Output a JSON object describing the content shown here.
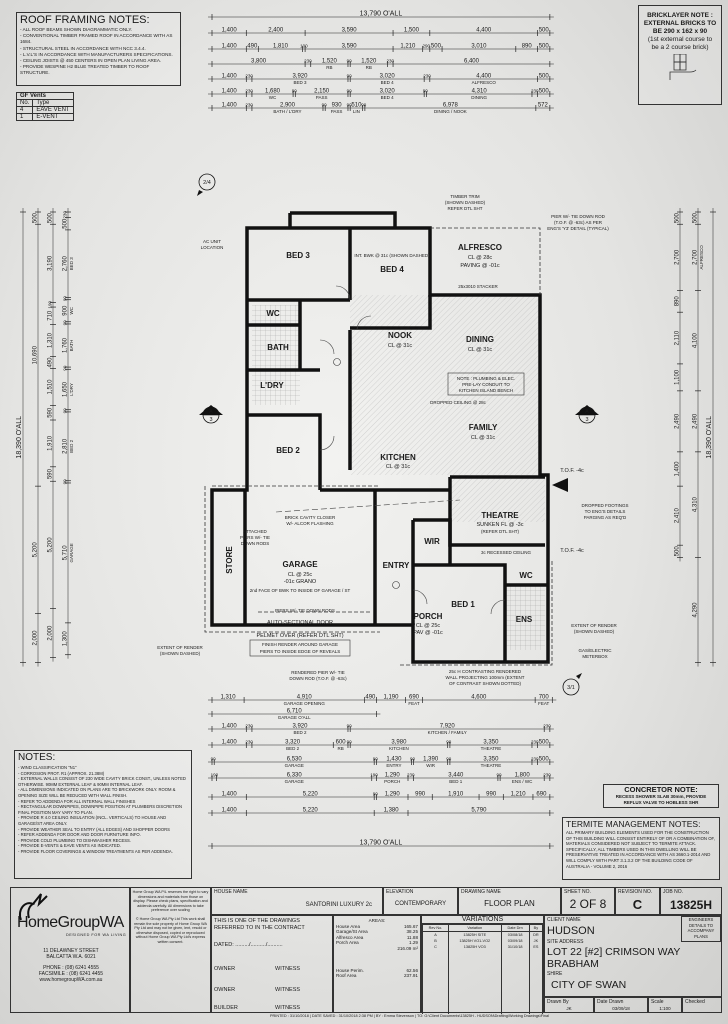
{
  "roof_notes": {
    "title": "ROOF FRAMING NOTES:",
    "items": [
      "All roof beams shown diagrammatic only.",
      "Conventional timber framed roof in accordance with AS 1684.",
      "Structural steel in accordance with NCC 3.4.4.",
      "L.V.L's in accordance with manufacturers specifications.",
      "Ceiling joists @ 450 centers in open plan living area.",
      "Provide wespine H2 blue treated timber to roof structure."
    ]
  },
  "gf_vents": {
    "title": "GF Vents",
    "headers": [
      "No.",
      "Type"
    ],
    "rows": [
      [
        "4",
        "EAVE VENT"
      ],
      [
        "1",
        "E-VENT"
      ]
    ]
  },
  "bricklayer_note": {
    "lines": [
      "BRICKLAYER NOTE :",
      "EXTERNAL BRICKS TO",
      "BE 290 x 162 x 90",
      "(1st external course to",
      "be a 2 course brick)"
    ]
  },
  "rooms": {
    "bed3": {
      "name": "BED 3"
    },
    "bed4": {
      "name": "BED 4",
      "note": "INT. BWK @ 31c (SHOWN DASHED)"
    },
    "alfresco": {
      "name": "ALFRESCO",
      "cl": "CL @ 28c",
      "paving": "PAVING @ -01c"
    },
    "wc": {
      "name": "WC"
    },
    "bath": {
      "name": "BATH"
    },
    "laundry": {
      "name": "L'DRY"
    },
    "bed2": {
      "name": "BED 2"
    },
    "nook": {
      "name": "NOOK",
      "cl": "CL @ 31c"
    },
    "dining": {
      "name": "DINING",
      "cl": "CL @ 31c"
    },
    "family": {
      "name": "FAMILY",
      "cl": "CL @ 31c",
      "ceiling": "DROPPED CEILING @ 28c"
    },
    "kitchen": {
      "name": "KITCHEN",
      "cl": "CL @ 31c"
    },
    "theatre": {
      "name": "THEATRE",
      "cl": "SUNKEN FL @ -3c",
      "ref": "(REFER DTL SHT)",
      "ceiling": "3c RECESSED CEILING"
    },
    "wir": {
      "name": "WIR"
    },
    "garage": {
      "name": "GARAGE",
      "cl": "CL @ 25c",
      "grano": "-01c GRANO",
      "note": "2nd FACE OF BWK TO INSIDE OF GARAGE / ST"
    },
    "store": {
      "name": "STORE"
    },
    "entry": {
      "name": "ENTRY"
    },
    "bed1": {
      "name": "BED 1"
    },
    "porch": {
      "name": "PORCH",
      "cl": "CL @ 25c",
      "pav": "PAV @ -01c"
    },
    "ens": {
      "name": "ENS"
    },
    "wc2": {
      "name": "WC"
    }
  },
  "annotations": {
    "kitchen_note": [
      "NOTE : PLUMBING & ELEC.",
      "PRE-LAY CONDUIT TO",
      "KITCHEN ISLAND BENCH"
    ],
    "stacker": "25x3010 STACKER",
    "ac_unit": [
      "AC UNIT",
      "LOCATION"
    ],
    "auto_door": "AUTO-SECTIONAL DOOR",
    "pelmet": "PELMET OVER (REFER DTL SHT)",
    "finish_render": [
      "FINISH RENDER AROUND GARAGE",
      "PIERS TO INSIDE EDGE OF REVEALS"
    ],
    "rendered_pier": [
      "RENDERED PIER W/- TIE",
      "DOWN ROD (T.O.F. @ -63c)"
    ],
    "contrast_wall": [
      "25c H CONTRASTING RENDERED",
      "WALL PROJECTING 100mm (EXTENT",
      "OF CONTRAST SHOWN DOTTED)"
    ],
    "render_extent_right": [
      "EXTENT OF RENDER",
      "(SHOWN DASHED)"
    ],
    "render_extent_left": [
      "EXTENT OF RENDER",
      "(SHOWN DASHED)"
    ],
    "meterbox": [
      "GAS/ELECTRIC",
      "METERBOX"
    ],
    "dropped_footings": [
      "DROPPED FOOTINGS",
      "TO ENG'S DETAILS",
      "PARGING AS REQ'D"
    ],
    "brick_closer": [
      "BRICK CAVITY CLOSER",
      "W/- ALCOR FLASHING"
    ],
    "attached_piers": [
      "ATTACHED",
      "PIERS W/- TIE",
      "DOWN RODS"
    ],
    "piers_tie": "PIERS W/- TIE DOWN RODS",
    "pier_note": [
      "PIER W/- TIE DOWN ROD",
      "(T.O.F. @ -63c) AS PER",
      "ENG'S 'Y3' DETAIL (TYPICAL)"
    ],
    "timber_trim": [
      "TIMBER TRIM",
      "(SHOWN DASHED)",
      "REFER DTL SHT"
    ],
    "tof": "T.O.F. -4c",
    "section_a": "A",
    "section_a_num": "3",
    "section_top": "2/4",
    "section_bottom": "3/1"
  },
  "dims": {
    "top": {
      "overall": "13,790 O'ALL",
      "rows": [
        [
          {
            "v": "1,400"
          },
          {
            "v": "2,400"
          },
          {
            "v": "3,590"
          },
          {
            "v": "1,500"
          },
          {
            "v": "4,400"
          },
          {
            "v": "500"
          }
        ],
        [
          {
            "v": "1,400"
          },
          {
            "v": "490"
          },
          {
            "v": "1,810"
          },
          {
            "v": "100"
          },
          {
            "v": "3,590"
          },
          {
            "v": "1,210"
          },
          {
            "v": "290"
          },
          {
            "v": "500"
          },
          {
            "v": "3,010"
          },
          {
            "v": "890"
          },
          {
            "v": "500"
          }
        ],
        [
          {
            "v": "3,800"
          },
          {
            "v": "230"
          },
          {
            "v": "1,520",
            "label": "RB"
          },
          {
            "v": "90"
          },
          {
            "v": "1,520",
            "label": "RB"
          },
          {
            "v": "230"
          },
          {
            "v": "6,400"
          }
        ],
        [
          {
            "v": "1,400"
          },
          {
            "v": "230"
          },
          {
            "v": "3,920",
            "label": "BED 3"
          },
          {
            "v": "90"
          },
          {
            "v": "3,020",
            "label": "BED 4"
          },
          {
            "v": "230"
          },
          {
            "v": "4,400",
            "label": "ALFRESCO"
          },
          {
            "v": "500"
          }
        ],
        [
          {
            "v": "1,400"
          },
          {
            "v": "230"
          },
          {
            "v": "1,680",
            "label": "WC"
          },
          {
            "v": "90"
          },
          {
            "v": "2,150",
            "label": "PASS"
          },
          {
            "v": "90"
          },
          {
            "v": "3,020",
            "label": "BED 4"
          },
          {
            "v": "90"
          },
          {
            "v": "4,310",
            "label": "DINING"
          },
          {
            "v": "230"
          },
          {
            "v": "500"
          }
        ],
        [
          {
            "v": "1,400"
          },
          {
            "v": "230"
          },
          {
            "v": "2,900",
            "label": "BATH / L'DRY"
          },
          {
            "v": "90"
          },
          {
            "v": "930",
            "label": "PASS"
          },
          {
            "v": "90"
          },
          {
            "v": "510",
            "label": "LIN"
          },
          {
            "v": "90"
          },
          {
            "v": "6,978",
            "label": "DINING / NOOK"
          },
          {
            "v": "572"
          }
        ]
      ]
    },
    "bottom": {
      "overall": "13,790 O'ALL",
      "rows": [
        [
          {
            "v": "1,310"
          },
          {
            "v": "4,910",
            "label": "GARAGE OPENING"
          },
          {
            "v": "490"
          },
          {
            "v": "1,190"
          },
          {
            "v": "690",
            "label": "FEAT"
          },
          {
            "v": "4,600"
          },
          {
            "v": "700",
            "label": "FEAT"
          }
        ],
        [
          {
            "v": "6,710",
            "label": "GARAGE O'ALL"
          }
        ],
        [
          {
            "v": "1,400"
          },
          {
            "v": "230"
          },
          {
            "v": "3,920",
            "label": "BED 2"
          },
          {
            "v": "90"
          },
          {
            "v": "7,920",
            "label": "KITCHEN / FAMILY"
          },
          {
            "v": "230"
          }
        ],
        [
          {
            "v": "1,400"
          },
          {
            "v": "230"
          },
          {
            "v": "3,320",
            "label": "BED 2"
          },
          {
            "v": "600",
            "label": "RB"
          },
          {
            "v": "90"
          },
          {
            "v": "3,980",
            "label": "KITCHEN"
          },
          {
            "v": "90"
          },
          {
            "v": "3,350",
            "label": "THEATRE"
          },
          {
            "v": "230"
          },
          {
            "v": "500"
          }
        ],
        [
          {
            "v": "90"
          },
          {
            "v": "6,530",
            "label": "GARAGE"
          },
          {
            "v": "90"
          },
          {
            "v": "1,430",
            "label": "ENTRY"
          },
          {
            "v": "90"
          },
          {
            "v": "1,390",
            "label": "WIR"
          },
          {
            "v": "90"
          },
          {
            "v": "3,350",
            "label": "THEATRE"
          },
          {
            "v": "230"
          },
          {
            "v": "500"
          }
        ],
        [
          {
            "v": "190"
          },
          {
            "v": "6,330",
            "label": "GARAGE"
          },
          {
            "v": "190"
          },
          {
            "v": "1,290",
            "label": "PORCH"
          },
          {
            "v": "230"
          },
          {
            "v": "3,440",
            "label": "BED 1"
          },
          {
            "v": "90"
          },
          {
            "v": "1,800",
            "label": "ENS / WC"
          },
          {
            "v": "230"
          }
        ],
        [
          {
            "v": "1,400"
          },
          {
            "v": "5,220"
          },
          {
            "v": "90"
          },
          {
            "v": "1,290"
          },
          {
            "v": "990"
          },
          {
            "v": "1,910"
          },
          {
            "v": "990"
          },
          {
            "v": "1,210"
          },
          {
            "v": "690"
          }
        ],
        [
          {
            "v": "1,400"
          },
          {
            "v": "5,220"
          },
          {
            "v": "1,380"
          },
          {
            "v": "5,790"
          }
        ]
      ]
    },
    "left": {
      "overall": "18,390 O'ALL",
      "rows": [
        [
          {
            "v": "500"
          },
          {
            "v": "10,690"
          },
          {
            "v": "5,200"
          },
          {
            "v": "2,000"
          }
        ],
        [
          {
            "v": "500"
          },
          {
            "v": "3,190"
          },
          {
            "v": "190"
          },
          {
            "v": "710"
          },
          {
            "v": "1,310"
          },
          {
            "v": "490"
          },
          {
            "v": "1,510"
          },
          {
            "v": "590"
          },
          {
            "v": "1,910"
          },
          {
            "v": "590"
          },
          {
            "v": "5,200"
          },
          {
            "v": "2,000"
          }
        ],
        [
          {
            "v": "230"
          },
          {
            "v": "500"
          },
          {
            "v": "2,760",
            "label": "BED 3"
          },
          {
            "v": "90"
          },
          {
            "v": "900",
            "label": "WC"
          },
          {
            "v": "90"
          },
          {
            "v": "1,760",
            "label": "BATH"
          },
          {
            "v": "90"
          },
          {
            "v": "1,650",
            "label": "L'DRY"
          },
          {
            "v": "90"
          },
          {
            "v": "2,810",
            "label": "BED 2"
          },
          {
            "v": "90"
          },
          {
            "v": "5,710",
            "label": "GARAGE"
          },
          {
            "v": "1,300"
          }
        ]
      ]
    },
    "right": {
      "overall": "18,390 O'ALL",
      "rows": [
        [
          {
            "v": "500"
          },
          {
            "v": "2,700",
            "label": "ALFRESCO"
          },
          {
            "v": "4,100"
          },
          {
            "v": "2,490"
          },
          {
            "v": "4,310"
          },
          {
            "v": "4,290"
          }
        ],
        [
          {
            "v": "500"
          },
          {
            "v": "2,700"
          },
          {
            "v": "890"
          },
          {
            "v": "2,110"
          },
          {
            "v": "1,100"
          },
          {
            "v": "2,490"
          },
          {
            "v": "1,400"
          },
          {
            "v": "2,410"
          },
          {
            "v": "500"
          }
        ]
      ]
    }
  },
  "notes": {
    "title": "NOTES:",
    "items": [
      "Wind classification \"N1\"",
      "Corrosion prot. R1 (approx. 21.38m)",
      "External walls consist of 230 wide cavity brick const., unless noted otherwise. 90mm external leaf & 90mm internal leaf.",
      "All dimensions indicated on plans are to brickwork only. Room & opening size will be reduced with wall finish.",
      "Refer to addenda for all internal wall finishes",
      "Rectangular downpipes, downpipe position at plumbers discretion final position may vary to plan.",
      "Provide R 4.0 ceiling insulation (incl. verticals) to house and garage/st area only.",
      "Provide weather seal to entry (all edges) and shopper doors",
      "Refer addenda for door and door furniture info.",
      "Provide cold plumbing to dishwasher recess.",
      "Provide E-vents & eave vents as indicated.",
      "Provide floor coverings & window treatments as per addenda."
    ]
  },
  "concretor_note": {
    "title": "CONCRETOR NOTE:",
    "text": [
      "RECESS SHOWER SLAB 30mm, PROVIDE",
      "REFLUX VALVE TO HOBLESS SHR"
    ]
  },
  "termite_notes": {
    "title": "TERMITE MANAGEMENT NOTES:",
    "text": "All primary building elements used for the construction of this building will consist entirely of or a combination of, materials considered not subject to termite attack. Specifically, all timbers used in this dwelling will be preservative treated in accordance with AS 3660.1-2014 and will comply with part 3.1.3.2 of the building code of Australia - volume 2, 2016"
  },
  "title_block": {
    "company": {
      "logo_text": "HomeGroupWA",
      "tagline": "DESIGNED FOR WA LIVING",
      "address1": "11 DELAWNEY STREET",
      "address2": "BALCATTA W.A. 6021",
      "phone": "PHONE : (08) 6241 4555",
      "fax": "FACSIMILE : (08) 6241 4455",
      "web": "www.homegroupWA.com.au"
    },
    "disclaimer1": "Home Group WA P/L reserves the right to vary dimensions and materials from those on display. Please check plans, specification and addenda carefully. All dimensions to take preference over scaling",
    "disclaimer2": "© Home Group WA Pty Ltd This work shall remain the sole property of Home Group WA Pty Ltd and may not be given, lent, resold or otherwise disposed, copied or reproduced without Home Group WA Pty Ltd's express written consent.",
    "house_name_label": "HOUSE NAME",
    "house_name": "SANTORINI LUXURY 2c",
    "elevation_label": "ELEVATION",
    "elevation": "CONTEMPORARY",
    "drawing_name_label": "DRAWING NAME",
    "drawing_name": "FLOOR PLAN",
    "sheet_label": "SHEET No.",
    "sheet": "2 OF 8",
    "revision_label": "REVISION No.",
    "revision": "C",
    "job_label": "JOB No.",
    "job": "13825H",
    "contract_text": "THIS IS ONE OF THE DRAWINGS REFERRED TO IN THE CONTRACT",
    "dated": "DATED: ........./........../..........",
    "owner1": "OWNER",
    "witness1": "WITNESS",
    "owner2": "OWNER",
    "witness2": "WITNESS",
    "builder": "BUILDER",
    "witness3": "WITNESS",
    "areas": {
      "title": "AREAS:",
      "rows": [
        {
          "name": "House Area",
          "value": "165.67"
        },
        {
          "name": "Garage/St Area",
          "value": "38.25"
        },
        {
          "name": "Alfresco Area",
          "value": "11.88"
        },
        {
          "name": "Porch Area",
          "value": "1.29"
        },
        {
          "name": "",
          "value": "216.09 m²"
        },
        {
          "name": "House Perim.",
          "value": "62.56"
        },
        {
          "name": "Roof Area",
          "value": "237.91"
        }
      ]
    },
    "variations": {
      "title": "VARIATIONS",
      "headers": [
        "Rev No.",
        "Variation",
        "Date Drn",
        "By"
      ],
      "rows": [
        [
          "A",
          "13825H SITE",
          "03/08/18",
          "DR"
        ],
        [
          "B",
          "13825H VO1-VO2",
          "03/09/18",
          "JK"
        ],
        [
          "C",
          "13825H VO3",
          "31/10/18",
          "ES"
        ]
      ]
    },
    "client_label": "CLIENT NAME",
    "client": "HUDSON",
    "engineers": "ENGINEERS DETAILS TO ACCOMPANY PLANS",
    "site_label": "SITE ADDRESS",
    "site1": "LOT 22 [#2] CRIMSON WAY",
    "site2": "BRABHAM",
    "shire_label": "SHIRE",
    "shire": "CITY OF SWAN",
    "drawn_by_label": "Drawn By",
    "drawn_by": "JK",
    "date_drawn_label": "Date Drawn",
    "date_drawn": "03/09/18",
    "scale_label": "Scale",
    "scale": "1:100",
    "checked_label": "Checked",
    "printed": "PRINTED : 31/10/2018 | DATE SAVED : 31/10/2018 2:38 PM | BY : Emma Stevenson | TO: G:\\Client Documents\\13825H - HUDSON\\Drafting\\Working Drawings\\Final"
  }
}
